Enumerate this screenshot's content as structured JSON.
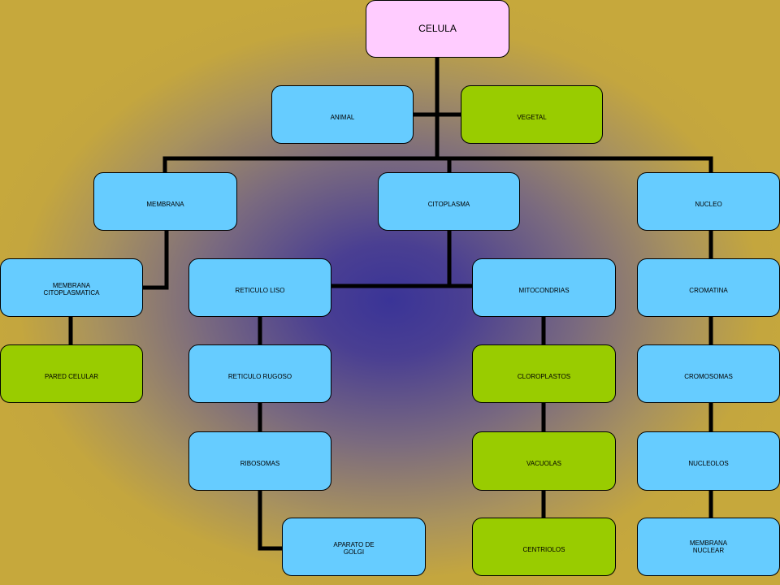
{
  "diagram": {
    "root": {
      "label": "CELULA",
      "color": "#ffccff"
    },
    "level1": {
      "animal": {
        "label": "ANIMAL",
        "color": "#66ccff"
      },
      "vegetal": {
        "label": "VEGETAL",
        "color": "#99cc00"
      }
    },
    "branches": {
      "membrana": {
        "label": "MEMBRANA",
        "children": [
          {
            "label": "MEMBRANA\nCITOPLASMATICA"
          },
          {
            "label": "PARED CELULAR"
          }
        ]
      },
      "citoplasma": {
        "label": "CITOPLASMA",
        "left": [
          {
            "label": "RETICULO LISO"
          },
          {
            "label": "RETICULO RUGOSO"
          },
          {
            "label": "RIBOSOMAS"
          },
          {
            "label": "APARATO DE\nGOLGI"
          }
        ],
        "right": [
          {
            "label": "MITOCONDRIAS"
          },
          {
            "label": "CLOROPLASTOS"
          },
          {
            "label": "VACUOLAS"
          },
          {
            "label": "CENTRIOLOS"
          }
        ]
      },
      "nucleo": {
        "label": "NUCLEO",
        "children": [
          {
            "label": "CROMATINA"
          },
          {
            "label": "CROMOSOMAS"
          },
          {
            "label": "NUCLEOLOS"
          },
          {
            "label": "MEMBRANA\nNUCLEAR"
          }
        ]
      }
    }
  },
  "colors": {
    "blue": "#66ccff",
    "green": "#99cc00",
    "pink": "#ffccff",
    "connector": "#000000"
  }
}
